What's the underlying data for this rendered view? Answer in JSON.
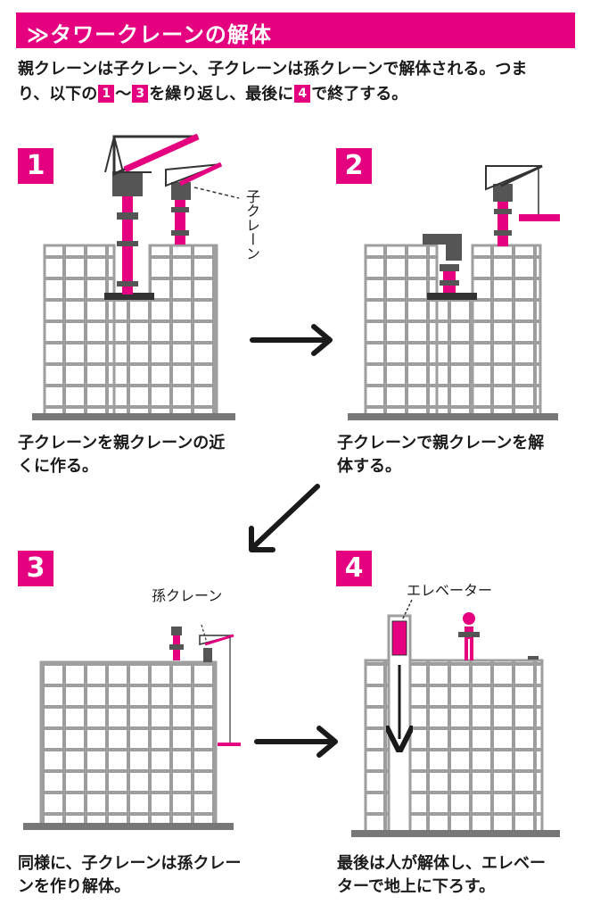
{
  "title": "≫タワークレーンの解体",
  "intro": {
    "line1": "親クレーンは子クレーン、子クレーンは孫クレーンで解体される。つま",
    "line2_a": "り、以下の",
    "tag_first": "1",
    "line2_b": "〜",
    "tag_last": "3",
    "line2_c": "を繰り返し、最後に",
    "tag_end": "4",
    "line2_d": "で終了する。"
  },
  "steps": [
    {
      "number": "1",
      "caption_l1": "子クレーンを親クレーンの近",
      "caption_l2": "くに作る。",
      "label": "子クレーン"
    },
    {
      "number": "2",
      "caption_l1": "子クレーンで親クレーンを解",
      "caption_l2": "体する。"
    },
    {
      "number": "3",
      "caption_l1": "同様に、子クレーンは孫クレー",
      "caption_l2": "ンを作り解体。",
      "label": "孫クレーン"
    },
    {
      "number": "4",
      "caption_l1": "最後は人が解体し、エレベー",
      "caption_l2": "ターで地上に下ろす。",
      "label": "エレベーター"
    }
  ],
  "colors": {
    "accent": "#e4007f",
    "building": "#9e9e9e",
    "crane": "#555555",
    "arrow": "#1a1a1a"
  }
}
